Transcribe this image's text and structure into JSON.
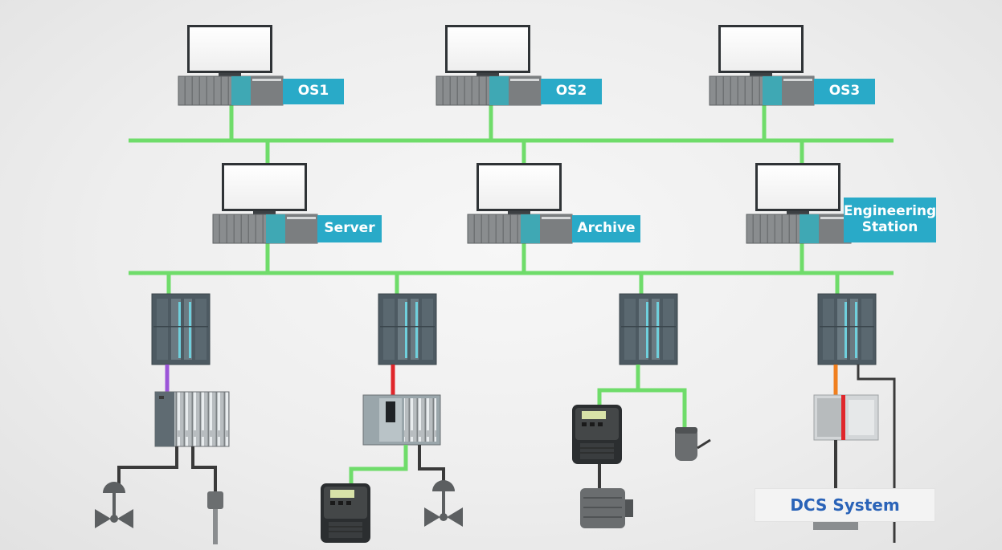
{
  "labels": {
    "os1": "OS1",
    "os2": "OS2",
    "os3": "OS3",
    "server": "Server",
    "archive": "Archive",
    "engineering_station": "Engineering\nStation"
  },
  "caption": "DCS System",
  "colors": {
    "label_bg": "#29aac8",
    "network_bus": "#6fdc6a",
    "caption_text": "#2a63b8",
    "link_purple": "#9b55d8",
    "link_red": "#e0262b",
    "link_orange": "#f07f1e",
    "cable_dark": "#3a3a3a"
  }
}
